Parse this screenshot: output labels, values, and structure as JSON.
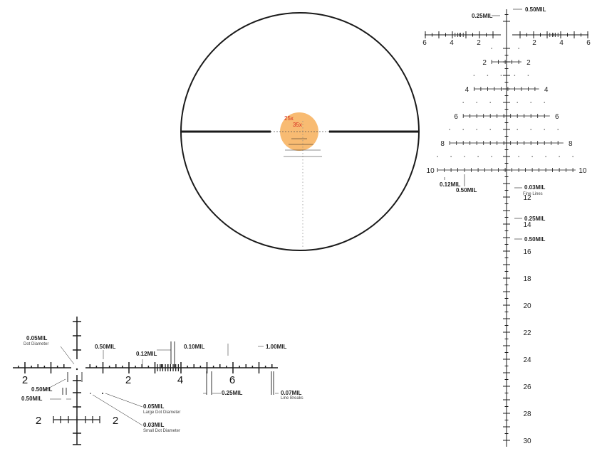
{
  "colors": {
    "ink": "#1a1a1a",
    "halo": "#f5a443",
    "magnification": "#d62a1e"
  },
  "scope_view": {
    "mag_low": "25x",
    "mag_high": "35x"
  },
  "right_reticle": {
    "horizontal_labels": [
      "6",
      "4",
      "2",
      "2",
      "4",
      "6"
    ],
    "row_labels": [
      "2",
      "4",
      "6",
      "8",
      "10"
    ],
    "vertical_labels": [
      "12",
      "14",
      "16",
      "18",
      "20",
      "22",
      "24",
      "26",
      "28",
      "30"
    ],
    "annotations": {
      "top_outer": "0.50MIL",
      "top_inner": "0.25MIL",
      "hash_small": "0.12MIL",
      "hash_large": "0.50MIL",
      "fine_lines": "0.03MIL",
      "fine_lines_caption": "Fine Lines",
      "vert_025": "0.25MIL",
      "vert_050": "0.50MIL"
    }
  },
  "detail": {
    "horizontal_labels": [
      "2",
      "2",
      "4",
      "6"
    ],
    "lower_labels": [
      "2",
      "2"
    ],
    "annotations": {
      "dot_diameter": "0.05MIL",
      "dot_diameter_caption": "Dot Diameter",
      "hash_050": "0.50MIL",
      "hash_012": "0.12MIL",
      "line_010": "0.10MIL",
      "line_100": "1.00MIL",
      "gap_050_a": "0.50MIL",
      "gap_050_b": "0.50MIL",
      "large_dot": "0.05MIL",
      "large_dot_caption": "Large Dot Diameter",
      "small_dot": "0.03MIL",
      "small_dot_caption": "Small Dot Diameter",
      "line_025": "0.25MIL",
      "line_breaks": "0.07MIL",
      "line_breaks_caption": "Line Breaks"
    }
  }
}
